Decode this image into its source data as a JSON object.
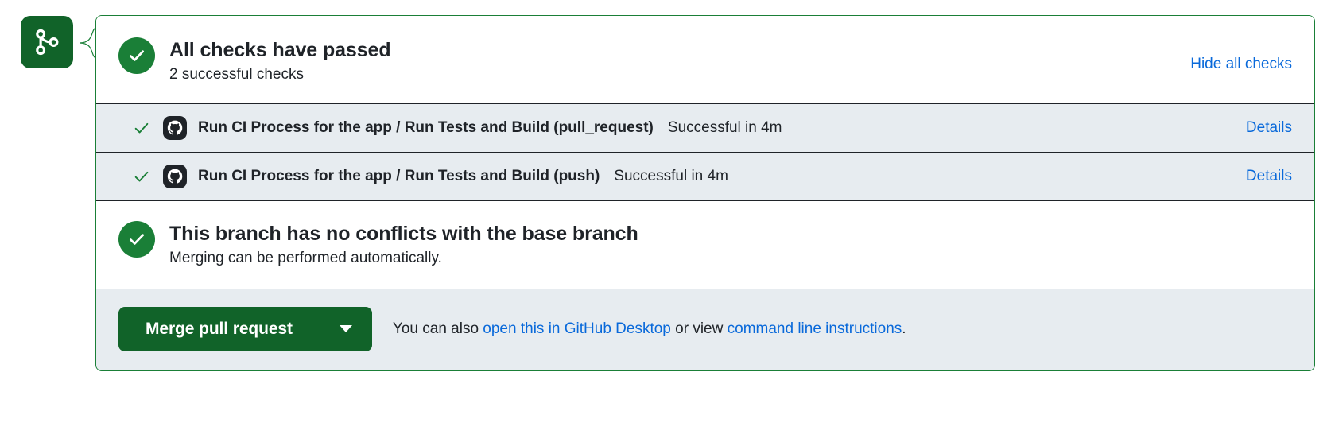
{
  "badge": {
    "icon": "git-pull-request-icon",
    "color": "#116329"
  },
  "header": {
    "status_icon": "check-circle-icon",
    "title": "All checks have passed",
    "subtitle": "2 successful checks",
    "toggle_link": "Hide all checks"
  },
  "checks": [
    {
      "tick_icon": "check-icon",
      "provider_icon": "github-actions-icon",
      "name": "Run CI Process for the app / Run Tests and Build (pull_request)",
      "status": "Successful in 4m",
      "details_link": "Details"
    },
    {
      "tick_icon": "check-icon",
      "provider_icon": "github-actions-icon",
      "name": "Run CI Process for the app / Run Tests and Build (push)",
      "status": "Successful in 4m",
      "details_link": "Details"
    }
  ],
  "conflicts": {
    "status_icon": "check-circle-icon",
    "title": "This branch has no conflicts with the base branch",
    "subtitle": "Merging can be performed automatically."
  },
  "footer": {
    "merge_button": "Merge pull request",
    "caret_icon": "chevron-down-icon",
    "note_prefix": "You can also ",
    "desktop_link": "open this in GitHub Desktop",
    "note_middle": " or view ",
    "cli_link": "command line instructions",
    "note_suffix": "."
  },
  "colors": {
    "success_green": "#1a7f37",
    "button_green": "#116329",
    "link_blue": "#0969da",
    "row_bg": "#e7ecf0",
    "text": "#1f2328"
  }
}
